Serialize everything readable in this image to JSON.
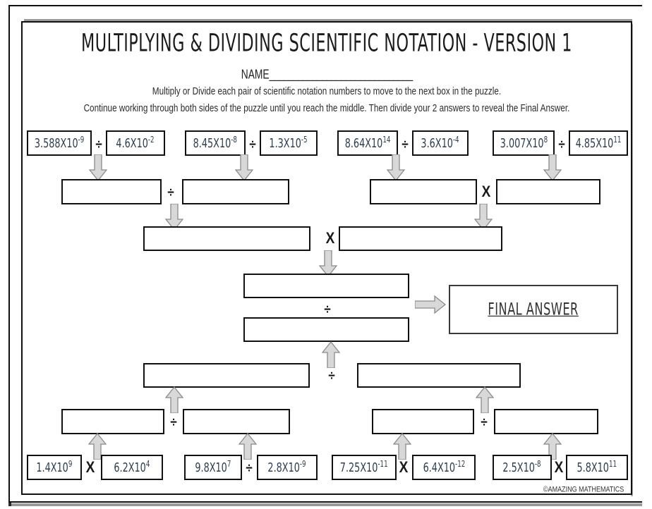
{
  "page": {
    "title": "MULTIPLYING & DIVIDING SCIENTIFIC NOTATION - VERSION 1",
    "name_label": "NAME",
    "name_rule": "______________________________",
    "instruction_line_1": "Multiply or Divide each pair of scientific notation numbers to move to the next box in the puzzle.",
    "instruction_line_2": "Continue working through both sides of the puzzle until you reach the middle.  Then divide your 2 answers to reveal the Final Answer.",
    "credit": "©AMAZING MATHEMATICS",
    "final_answer_label": "FINAL ANSWER"
  },
  "colors": {
    "border": "#111111",
    "value_text": "#2c3e50",
    "title_text": "#1b1b1b",
    "arrow_fill": "#d8d8d8",
    "arrow_stroke": "#8a8a8a"
  },
  "top_row": {
    "problems": [
      {
        "left": {
          "mantissa": "3.588X10",
          "exponent": "-9"
        },
        "operator": "÷",
        "right": {
          "mantissa": "4.6X10",
          "exponent": "-2"
        }
      },
      {
        "left": {
          "mantissa": "8.45X10",
          "exponent": "-8"
        },
        "operator": "÷",
        "right": {
          "mantissa": "1.3X10",
          "exponent": "-5"
        }
      },
      {
        "left": {
          "mantissa": "8.64X10",
          "exponent": "14"
        },
        "operator": "÷",
        "right": {
          "mantissa": "3.6X10",
          "exponent": "-4"
        }
      },
      {
        "left": {
          "mantissa": "3.007X10",
          "exponent": "8"
        },
        "operator": "÷",
        "right": {
          "mantissa": "4.85X10",
          "exponent": "11"
        }
      }
    ]
  },
  "bottom_row": {
    "problems": [
      {
        "left": {
          "mantissa": "1.4X10",
          "exponent": "9"
        },
        "operator": "X",
        "right": {
          "mantissa": "6.2X10",
          "exponent": "4"
        }
      },
      {
        "left": {
          "mantissa": "9.8X10",
          "exponent": "7"
        },
        "operator": "÷",
        "right": {
          "mantissa": "2.8X10",
          "exponent": "-9"
        }
      },
      {
        "left": {
          "mantissa": "7.25X10",
          "exponent": "-11"
        },
        "operator": "X",
        "right": {
          "mantissa": "6.4X10",
          "exponent": "-12"
        }
      },
      {
        "left": {
          "mantissa": "2.5X10",
          "exponent": "-8"
        },
        "operator": "X",
        "right": {
          "mantissa": "5.8X10",
          "exponent": "11"
        }
      }
    ]
  },
  "operators": {
    "tier2_left": "÷",
    "tier2_right": "X",
    "tier3_center": "X",
    "center_divide": "÷",
    "tier_lower3_center": "÷",
    "tier_lower2_left": "÷",
    "tier_lower2_right": "÷"
  }
}
